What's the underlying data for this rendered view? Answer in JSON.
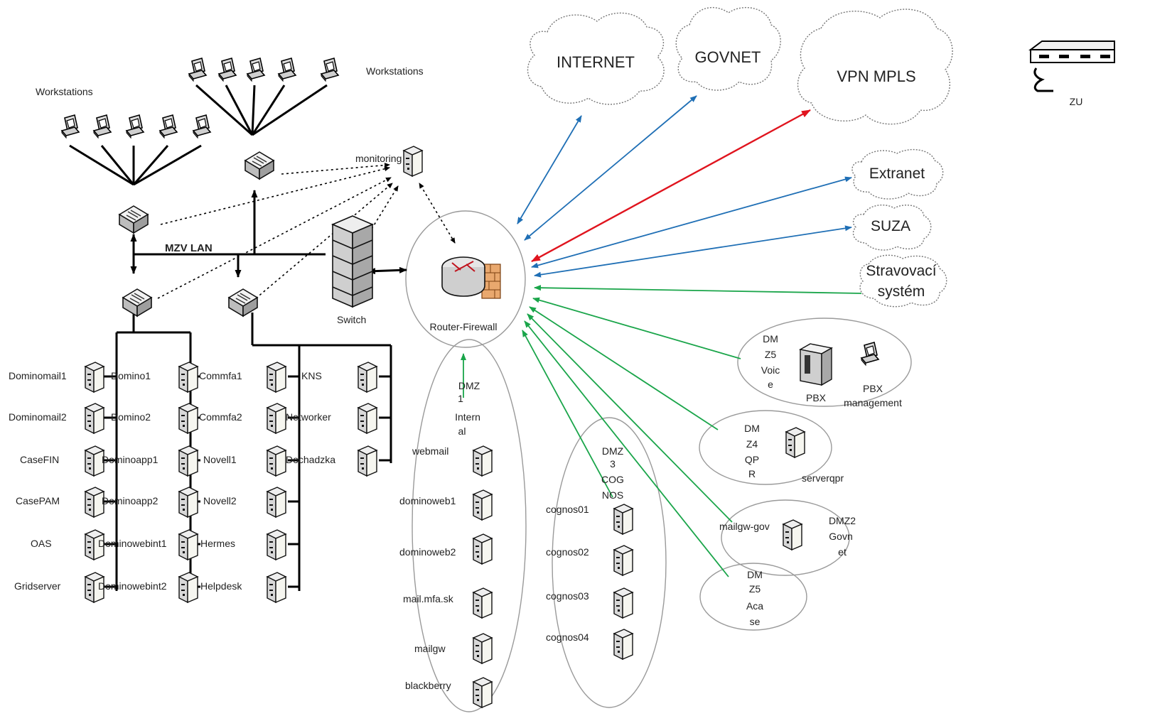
{
  "clouds": {
    "internet": "INTERNET",
    "govnet": "GOVNET",
    "vpn": "VPN MPLS",
    "extranet": "Extranet",
    "suza": "SUZA",
    "strav_line1": "Stravovací",
    "strav_line2": "systém"
  },
  "labels": {
    "workstations_left": "Workstations",
    "workstations_top": "Workstations",
    "monitoring": "monitoring",
    "mzv_lan": "MZV LAN",
    "switch": "Switch",
    "router": "Router-Firewall",
    "zu": "ZU"
  },
  "servers_col1": [
    "Dominomail1",
    "Dominomail2",
    "CaseFIN",
    "CasePAM",
    "OAS",
    "Gridserver"
  ],
  "servers_col2": [
    "Domino1",
    "Domino2",
    "Dominoapp1",
    "Dominoapp2",
    "Dominowebint1",
    "Dominowebint2"
  ],
  "servers_col3": [
    "Commfa1",
    "Commfa2",
    "Novell1",
    "Novell2",
    "Hermes",
    "Helpdesk"
  ],
  "servers_col4": [
    "KNS",
    "Networker",
    "Dochadzka"
  ],
  "dmz1": {
    "title": [
      "DMZ",
      "1",
      "Intern",
      "al"
    ],
    "servers": [
      "webmail",
      "dominoweb1",
      "dominoweb2",
      "mail.mfa.sk",
      "mailgw",
      "blackberry"
    ]
  },
  "dmz3": {
    "title": [
      "DMZ",
      "3",
      "COG",
      "NOS"
    ],
    "servers": [
      "cognos01",
      "cognos02",
      "cognos03",
      "cognos04"
    ]
  },
  "dmz5voice": {
    "title": [
      "DM",
      "Z5",
      "Voic",
      "e"
    ],
    "pbx": "PBX",
    "pbx_mgmt_1": "PBX",
    "pbx_mgmt_2": "management"
  },
  "dmz4qpr": {
    "title": [
      "DM",
      "Z4",
      "QP",
      "R"
    ],
    "server": "serverqpr"
  },
  "dmz2": {
    "server": "mailgw-gov",
    "title": [
      "DMZ2",
      "Govn",
      "et"
    ]
  },
  "dmz5acase": {
    "title": [
      "DM",
      "Z5",
      "Aca",
      "se"
    ]
  },
  "colors": {
    "blue": "#1f6fb5",
    "red": "#e0141e",
    "green": "#1aa54a",
    "line": "#000000",
    "ellipse": "#999999"
  }
}
